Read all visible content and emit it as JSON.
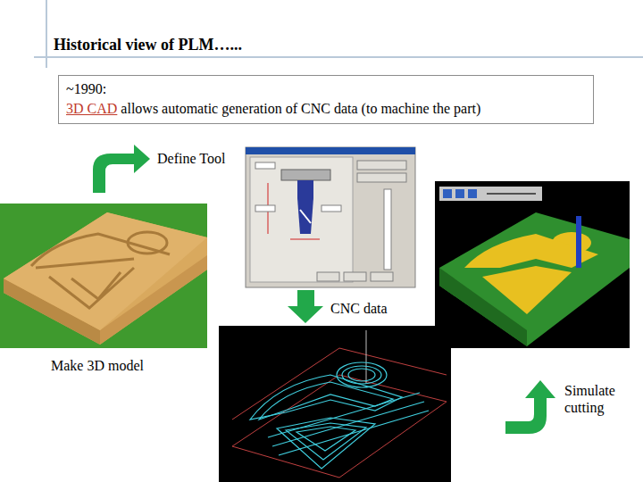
{
  "diagram": {
    "title": "Historical view of PLM…...",
    "nodes": [
      {
        "text": [
          "~1990:",
          "3D CAD",
          "allows automatic generation of CNC data (to machine the part)"
        ]
      }
    ],
    "labels": [
      "Define Tool",
      "CNC data",
      "Make 3D model",
      "Simulate cutting"
    ]
  }
}
